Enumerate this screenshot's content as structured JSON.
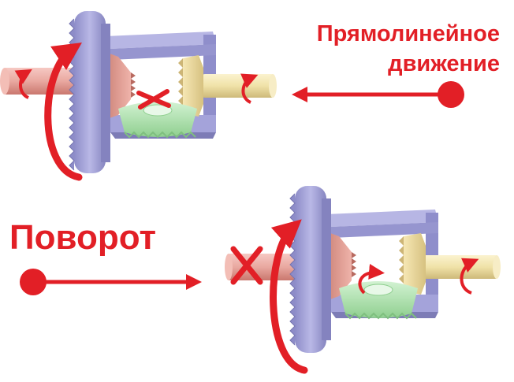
{
  "labels": {
    "straight": "Прямолинейное движение",
    "turn": "Поворот"
  },
  "colors": {
    "accent_red": "#e21f26",
    "housing_lavender": "#a9a8da",
    "housing_dark": "#7d7cb6",
    "ring_gear": "#9f9ed6",
    "left_shaft": "#e9a8a0",
    "left_gear": "#d98f84",
    "right_shaft": "#f0e2a8",
    "right_gear": "#e4cf88",
    "spider_gear": "#a8e0a8"
  },
  "icons": {
    "force_arrow": "arrow-right-with-dot",
    "blocked": "x-mark",
    "rotation": "curved-rotation-arrow"
  }
}
